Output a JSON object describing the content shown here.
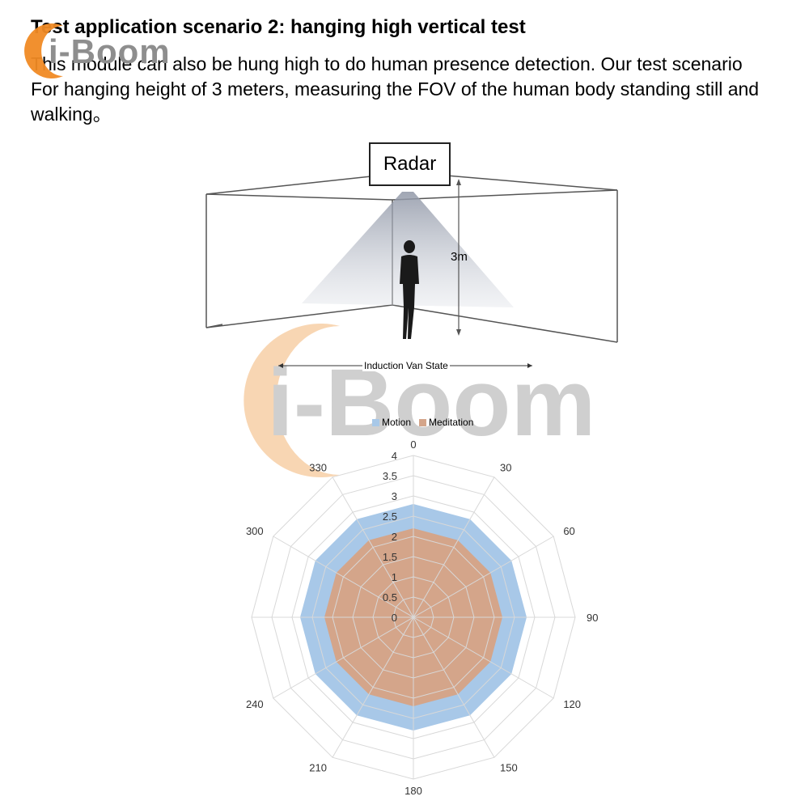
{
  "logo": {
    "text": "i-Boom"
  },
  "heading": "Test application scenario 2: hanging high vertical test",
  "paragraph": {
    "line1": "This module can also be hung high to do human presence detection. Our test scenario",
    "line2": "For hanging height of 3 meters, measuring the FOV of the human body standing still and",
    "line3": "walking。"
  },
  "illustration": {
    "radar_label": "Radar",
    "height_label": "3m",
    "range_label": "Induction Van State"
  },
  "watermark": {
    "text": "i-Boom"
  },
  "colors": {
    "motion": "#a8c8e8",
    "meditation": "#d4a58a",
    "watermark_arc": "#f6c89a",
    "logo_arc": "#f08a24"
  },
  "chart_data": {
    "type": "radar",
    "title": "",
    "legend_position": "top",
    "radial_ticks": [
      "0",
      "0.5",
      "1",
      "1.5",
      "2",
      "2.5",
      "3",
      "3.5",
      "4"
    ],
    "radial_range": [
      0,
      4
    ],
    "angle_labels": [
      "0",
      "30",
      "60",
      "90",
      "120",
      "150",
      "180",
      "210",
      "240",
      "300",
      "330"
    ],
    "angles": [
      0,
      30,
      60,
      90,
      120,
      150,
      180,
      210,
      240,
      270,
      300,
      330
    ],
    "series": [
      {
        "name": "Motion",
        "values": [
          2.8,
          2.8,
          2.8,
          2.8,
          2.8,
          2.8,
          2.8,
          2.8,
          2.8,
          2.8,
          2.8,
          2.8
        ]
      },
      {
        "name": "Meditation",
        "values": [
          2.2,
          2.2,
          2.2,
          2.2,
          2.2,
          2.2,
          2.2,
          2.2,
          2.2,
          2.2,
          2.2,
          2.2
        ]
      }
    ]
  }
}
